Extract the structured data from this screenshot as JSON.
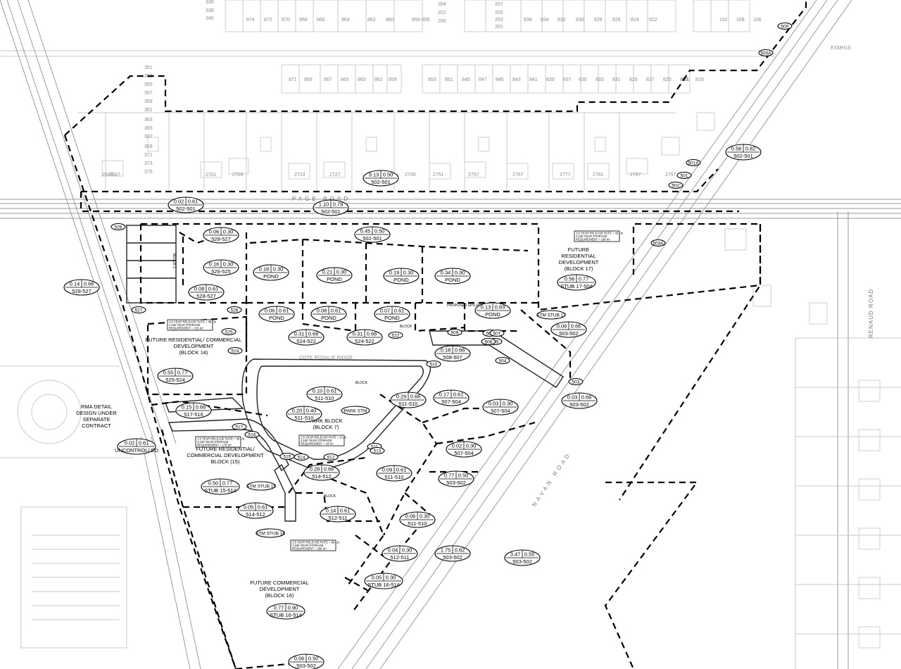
{
  "road_labels": {
    "page_road": "PAGE ROAD",
    "navan_road": "NAVAN ROAD",
    "renaud_road": "RENAUD ROAD",
    "cote_rosalie": "COTE ROSALIE RIDGE"
  },
  "house_numbers_top": [
    "874",
    "872",
    "870",
    "868",
    "866",
    "864",
    "862",
    "860",
    "858-856",
    "838",
    "834",
    "832",
    "830",
    "828",
    "826",
    "824",
    "822",
    "110",
    "108",
    "106"
  ],
  "house_numbers_row2": [
    "871",
    "869",
    "867",
    "865",
    "863",
    "861",
    "859",
    "853",
    "851",
    "849",
    "847",
    "845",
    "843",
    "841",
    "839",
    "837",
    "835",
    "833",
    "831",
    "829",
    "827",
    "825",
    "823",
    "821",
    "819"
  ],
  "house_numbers_row3": [
    "2683",
    "2687",
    "2701",
    "2709",
    "2723",
    "2727",
    "2745",
    "2751",
    "2757",
    "2767",
    "2777",
    "2781",
    "2787",
    "2797"
  ],
  "house_numbers_left": [
    "351",
    "353",
    "355",
    "357",
    "359",
    "361",
    "363",
    "365",
    "367",
    "369",
    "371",
    "373",
    "375",
    "336",
    "338",
    "340"
  ],
  "house_numbers_mid": [
    "204",
    "202",
    "200",
    "207",
    "205",
    "203",
    "201"
  ],
  "area_labels": [
    {
      "id": "block14",
      "lines": [
        "FUTURE RESIDENTIAL/ COMMERCIAL",
        "DEVELOPMENT",
        "(BLOCK 14)"
      ]
    },
    {
      "id": "block17",
      "lines": [
        "FUTURE",
        "RESIDENTIAL",
        "DEVELOPMENT",
        "(BLOCK 17)"
      ]
    },
    {
      "id": "block15",
      "lines": [
        "FUTURE RESIDENTIAL/",
        "COMMERCIAL DEVELOPMENT",
        "BLOCK (15)"
      ]
    },
    {
      "id": "block16",
      "lines": [
        "FUTURE COMMERCIAL",
        "DEVELOPMENT",
        "(BLOCK 16)"
      ]
    },
    {
      "id": "rma",
      "lines": [
        "RMA DETAIL",
        "DESIGN UNDER",
        "SEPARATE",
        "CONTRACT"
      ]
    },
    {
      "id": "park",
      "lines": [
        "PARK BLOCK",
        "(BLOCK 7)"
      ]
    }
  ],
  "misc_labels": {
    "block1": "BLOCK 1",
    "block2": "BLOCK",
    "proposed_spillway": "PROPOSED SPILLWAY",
    "block4": "BLOCK",
    "block5": "BLOCK",
    "exmh": "EXMH1S"
  },
  "storage_notes": [
    {
      "id": "n1",
      "lines": [
        "1:5 YEAR RELEASE RATE = 48 L/s",
        "1:100 YEAR STORAGE",
        "REQUIREMENT = 215 m³"
      ]
    },
    {
      "id": "n2",
      "lines": [
        "1:5 YEAR RELEASE RATE = 43 L/s",
        "1:100 YEAR STORAGE",
        "REQUIREMENT = 196 m³"
      ]
    },
    {
      "id": "n3",
      "lines": [
        "1:5 YEAR RELEASE RATE = 39 L/s",
        "1:100 YEAR STORAGE",
        "REQUIREMENT = 175 m³"
      ]
    },
    {
      "id": "n4",
      "lines": [
        "1:5 YEAR RELEASE RATE = 9 L/s",
        "1:100 YEAR STORAGE",
        "REQUIREMENT = 43 m³"
      ]
    },
    {
      "id": "n5",
      "lines": [
        "1:5 YEAR RELEASE RATE = 66 L/s",
        "1:100 YEAR STORAGE",
        "REQUIREMENT = 266 m³"
      ]
    }
  ],
  "drainage_tags": [
    {
      "area": "0.02",
      "c": "0.61",
      "label": "502-501"
    },
    {
      "area": "1.10",
      "c": "0.79",
      "label": "502-501"
    },
    {
      "area": "3.13",
      "c": "0.50",
      "label": "502-501"
    },
    {
      "area": "0.58",
      "c": "0.82",
      "label": "502-501"
    },
    {
      "area": "0.06",
      "c": "0.30",
      "label": "528-527"
    },
    {
      "area": "0.45",
      "c": "0.50",
      "label": "502-501"
    },
    {
      "area": "0.16",
      "c": "0.30",
      "label": "526-525"
    },
    {
      "area": "0.18",
      "c": "0.30",
      "label": "POND"
    },
    {
      "area": "0.21",
      "c": "0.30",
      "label": "POND"
    },
    {
      "area": "0.19",
      "c": "0.30",
      "label": "POND"
    },
    {
      "area": "0.34",
      "c": "0.30",
      "label": "POND"
    },
    {
      "area": "0.56",
      "c": "0.77",
      "label": "STUB 17-504"
    },
    {
      "area": "0.14",
      "c": "0.66",
      "label": "528-527"
    },
    {
      "area": "0.08",
      "c": "0.61",
      "label": "528-527"
    },
    {
      "area": "0.06",
      "c": "0.61",
      "label": "POND"
    },
    {
      "area": "0.08",
      "c": "0.61",
      "label": "POND"
    },
    {
      "area": "0.07",
      "c": "0.61",
      "label": "POND"
    },
    {
      "area": "0.13",
      "c": "0.83",
      "label": "POND"
    },
    {
      "area": "0.06",
      "c": "0.66",
      "label": "503-502"
    },
    {
      "area": "0.31",
      "c": "0.66",
      "label": "524-522"
    },
    {
      "area": "0.31",
      "c": "0.66",
      "label": "524-522"
    },
    {
      "area": "0.18",
      "c": "0.66",
      "label": "508-507"
    },
    {
      "area": "0.55",
      "c": "0.77",
      "label": "525-524"
    },
    {
      "area": "0.10",
      "c": "0.61",
      "label": "511-510"
    },
    {
      "area": "0.29",
      "c": "0.66",
      "label": "511-510"
    },
    {
      "area": "0.17",
      "c": "0.61",
      "label": "507-504"
    },
    {
      "area": "0.03",
      "c": "0.30",
      "label": "507-504"
    },
    {
      "area": "0.03",
      "c": "0.66",
      "label": "503-502"
    },
    {
      "area": "0.15",
      "c": "0.66",
      "label": "517-516"
    },
    {
      "area": "0.20",
      "c": "0.40",
      "label": "511-510"
    },
    {
      "area": "0.02",
      "c": "0.61",
      "label": "UNCONTROLLED"
    },
    {
      "area": "0.02",
      "c": "0.30",
      "label": "507-504"
    },
    {
      "area": "0.28",
      "c": "0.66",
      "label": "514-512"
    },
    {
      "area": "0.09",
      "c": "0.61",
      "label": "511-510"
    },
    {
      "area": "0.77",
      "c": "0.50",
      "label": "503-502"
    },
    {
      "area": "0.50",
      "c": "0.77",
      "label": "STUB 15-514"
    },
    {
      "area": "0.05",
      "c": "0.61",
      "label": "514-512"
    },
    {
      "area": "0.14",
      "c": "0.61",
      "label": "512-511"
    },
    {
      "area": "0.06",
      "c": "0.30",
      "label": "511-510"
    },
    {
      "area": "0.04",
      "c": "0.30",
      "label": "512-511"
    },
    {
      "area": "1.75",
      "c": "0.82",
      "label": "503-502"
    },
    {
      "area": "3.47",
      "c": "0.55",
      "label": "503-502"
    },
    {
      "area": "0.05",
      "c": "0.30",
      "label": "STUB 16-514"
    },
    {
      "area": "0.77",
      "c": "0.90",
      "label": "STUB 16-514"
    },
    {
      "area": "0.06",
      "c": "0.50",
      "label": "503-502"
    }
  ],
  "node_tags": [
    "500",
    "500A",
    "501A",
    "501",
    "502",
    "503A",
    "503",
    "504",
    "505",
    "506",
    "507",
    "508",
    "509",
    "510",
    "511",
    "512",
    "513",
    "514",
    "515",
    "516",
    "517",
    "522",
    "524",
    "525",
    "526",
    "527",
    "528"
  ],
  "stm_tags": [
    "STM STUB 17",
    "STM STUB 15",
    "STM STUB 16",
    "PARK STM"
  ]
}
